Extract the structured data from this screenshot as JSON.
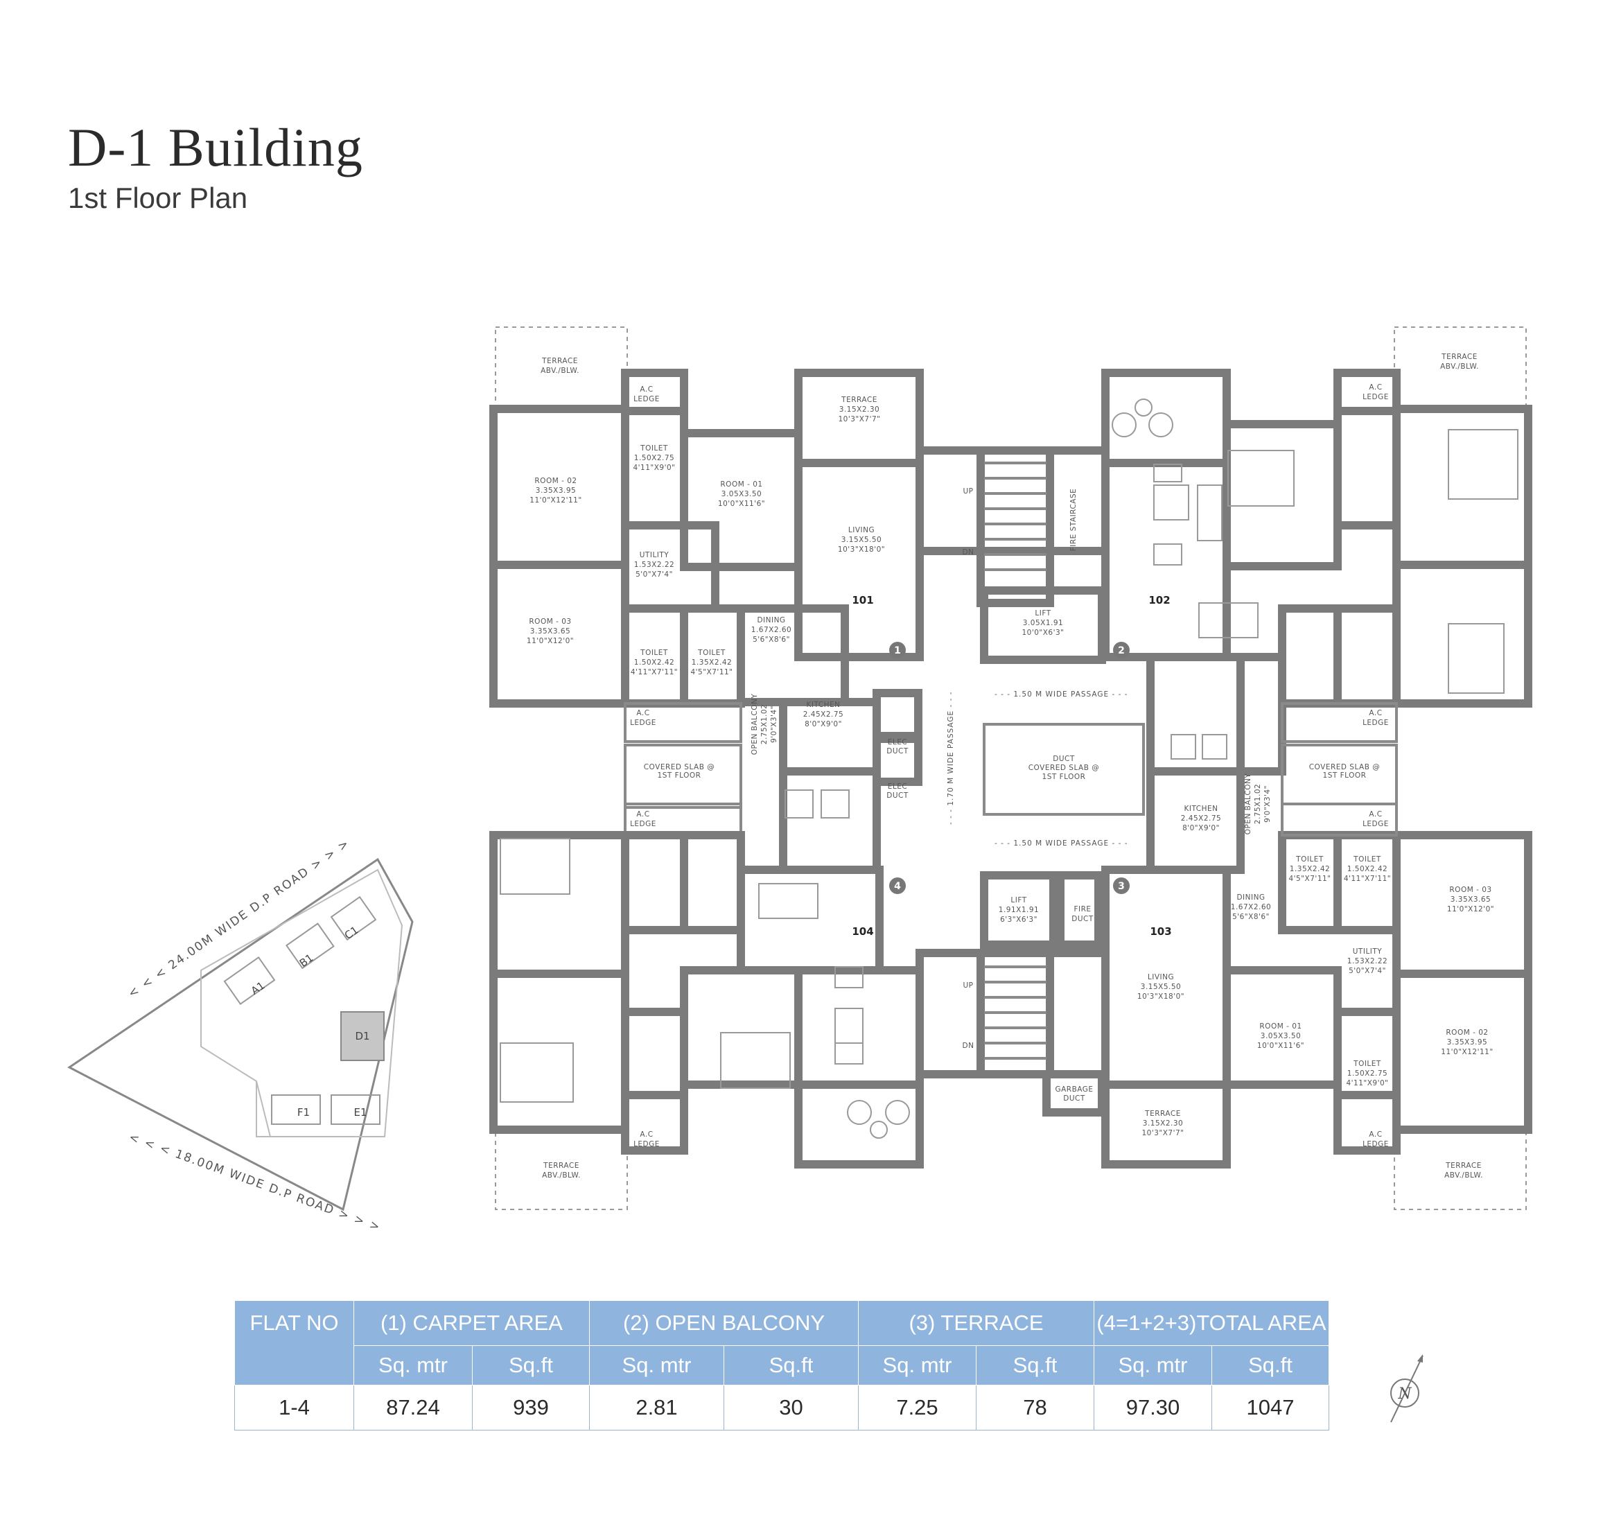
{
  "header": {
    "title": "D-1 Building",
    "subtitle": "1st Floor Plan"
  },
  "plan": {
    "flats": [
      "101",
      "102",
      "103",
      "104"
    ],
    "rooms": {
      "terrace_abv": [
        "TERRACE",
        "ABV./BLW."
      ],
      "ac_ledge": [
        "A.C",
        "LEDGE"
      ],
      "toilet_101": [
        "TOILET",
        "1.50X2.75",
        "4'11\"X9'0\""
      ],
      "room02_101": [
        "ROOM - 02",
        "3.35X3.95",
        "11'0\"X12'11\""
      ],
      "room01_101": [
        "ROOM - 01",
        "3.05X3.50",
        "10'0\"X11'6\""
      ],
      "terrace_101": [
        "TERRACE",
        "3.15X2.30",
        "10'3\"X7'7\""
      ],
      "living_101": [
        "LIVING",
        "3.15X5.50",
        "10'3\"X18'0\""
      ],
      "utility_101": [
        "UTILITY",
        "1.53X2.22",
        "5'0\"X7'4\""
      ],
      "room03_101": [
        "ROOM - 03",
        "3.35X3.65",
        "11'0\"X12'0\""
      ],
      "toilet2_101": [
        "TOILET",
        "1.50X2.42",
        "4'11\"X7'11\""
      ],
      "toilet3_101": [
        "TOILET",
        "1.35X2.42",
        "4'5\"X7'11\""
      ],
      "dining_101": [
        "DINING",
        "1.67X2.60",
        "5'6\"X8'6\""
      ],
      "kitchen_101": [
        "KITCHEN",
        "2.45X2.75",
        "8'0\"X9'0\""
      ],
      "balcony_101": [
        "OPEN BALCONY",
        "2.75X1.02",
        "9'0\"X3'4\""
      ],
      "covered_slab": [
        "COVERED SLAB @",
        "1ST FLOOR"
      ],
      "lift_top": [
        "LIFT",
        "3.05X1.91",
        "10'0\"X6'3\""
      ],
      "lift_bottom": [
        "LIFT",
        "1.91X1.91",
        "6'3\"X6'3\""
      ],
      "fire_staircase": "FIRE STAIRCASE",
      "fire_duct": [
        "FIRE",
        "DUCT"
      ],
      "elec_duct": [
        "ELEC",
        "DUCT"
      ],
      "duct_slab": [
        "DUCT",
        "COVERED SLAB @",
        "1ST FLOOR"
      ],
      "garbage_duct": [
        "GARBAGE",
        "DUCT"
      ],
      "passage_150": "- - - 1.50 M WIDE PASSAGE - - -",
      "passage_170": "- - - 1.70 M WIDE PASSAGE - - -",
      "up": "UP",
      "dn": "DN",
      "kitchen_103": [
        "KITCHEN",
        "2.45X2.75",
        "8'0\"X9'0\""
      ],
      "dining_103": [
        "DINING",
        "1.67X2.60",
        "5'6\"X8'6\""
      ],
      "living_103": [
        "LIVING",
        "3.15X5.50",
        "10'3\"X18'0\""
      ],
      "room01_103": [
        "ROOM - 01",
        "3.05X3.50",
        "10'0\"X11'6\""
      ],
      "room02_103": [
        "ROOM - 02",
        "3.35X3.95",
        "11'0\"X12'11\""
      ],
      "room03_103": [
        "ROOM - 03",
        "3.35X3.65",
        "11'0\"X12'0\""
      ],
      "toilet_103a": [
        "TOILET",
        "1.35X2.42",
        "4'5\"X7'11\""
      ],
      "toilet_103b": [
        "TOILET",
        "1.50X2.42",
        "4'11\"X7'11\""
      ],
      "toilet_103c": [
        "TOILET",
        "1.50X2.75",
        "4'11\"X9'0\""
      ],
      "utility_103": [
        "UTILITY",
        "1.53X2.22",
        "5'0\"X7'4\""
      ],
      "terrace_103": [
        "TERRACE",
        "3.15X2.30",
        "10'3\"X7'7\""
      ]
    },
    "markers": [
      "1",
      "2",
      "3",
      "4"
    ]
  },
  "site": {
    "road_top": "< < <  24.00M WIDE D.P ROAD  > > >",
    "road_bottom": "< < <  18.00M WIDE D.P ROAD  > > >",
    "buildings": [
      "A1",
      "B1",
      "C1",
      "D1",
      "F1",
      "E1"
    ]
  },
  "table": {
    "headers": [
      "FLAT NO",
      "(1) CARPET AREA",
      "(2) OPEN BALCONY",
      "(3) TERRACE",
      "(4=1+2+3)TOTAL AREA"
    ],
    "subheaders": [
      "Sq. mtr",
      "Sq.ft",
      "Sq. mtr",
      "Sq.ft",
      "Sq. mtr",
      "Sq.ft",
      "Sq. mtr",
      "Sq.ft"
    ],
    "rows": [
      [
        "1-4",
        "87.24",
        "939",
        "2.81",
        "30",
        "7.25",
        "78",
        "97.30",
        "1047"
      ]
    ]
  },
  "compass": "N",
  "colors": {
    "header_blue": "#8fb5df",
    "wall_gray": "#7b7b7b"
  }
}
